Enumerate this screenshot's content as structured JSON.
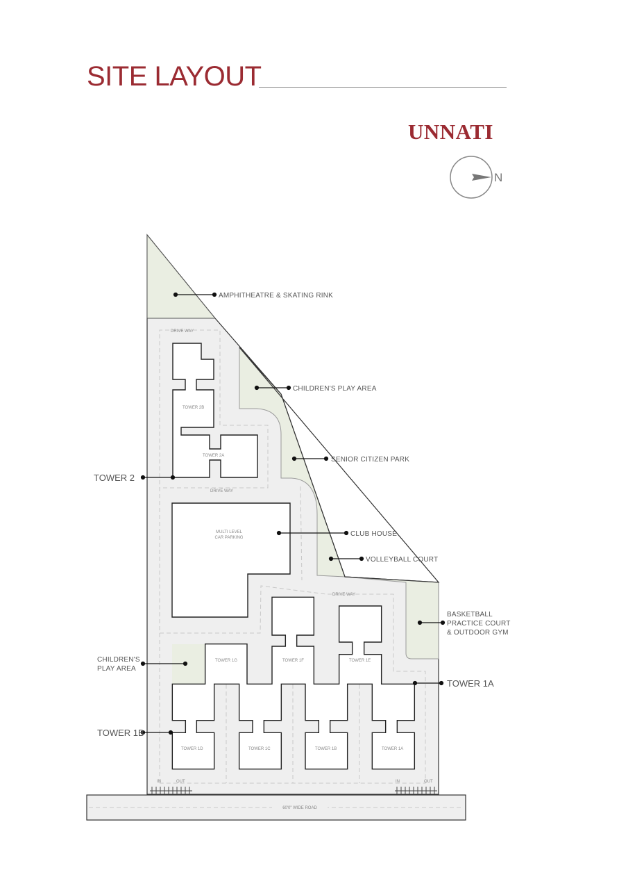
{
  "header": {
    "title": "SITE LAYOUT",
    "brand": "UNNATI",
    "compass": "N"
  },
  "labels": {
    "amphitheatre": "AMPHITHEATRE & SKATING RINK",
    "childrens_play_area_top": "CHILDREN'S PLAY AREA",
    "senior_citizen_park": "SENIOR CITIZEN PARK",
    "club_house": "CLUB HOUSE",
    "volleyball_court": "VOLLEYBALL COURT",
    "basketball": [
      "BASKETBALL",
      "PRACTICE COURT",
      "& OUTDOOR GYM"
    ],
    "tower2": "TOWER 2",
    "childrens_play_area_left": [
      "CHILDREN'S",
      "PLAY AREA"
    ],
    "tower1b": "TOWER 1B",
    "tower1a": "TOWER 1A"
  },
  "plan": {
    "driveway": "DRIVE WAY",
    "parking": [
      "MULTI LEVEL",
      "CAR PARKING"
    ],
    "towers": {
      "t2b": "TOWER 2B",
      "t2a": "TOWER 2A",
      "t1g": "TOWER 1G",
      "t1f": "TOWER 1F",
      "t1e": "TOWER 1E",
      "t1d": "TOWER 1D",
      "t1c": "TOWER 1C",
      "t1b": "TOWER 1B",
      "t1a": "TOWER 1A"
    },
    "in": "IN",
    "out": "OUT",
    "road": "60'0\" WIDE ROAD"
  },
  "colors": {
    "accent": "#9b2b32",
    "site": "#efefef",
    "green": "#eaeee2"
  }
}
